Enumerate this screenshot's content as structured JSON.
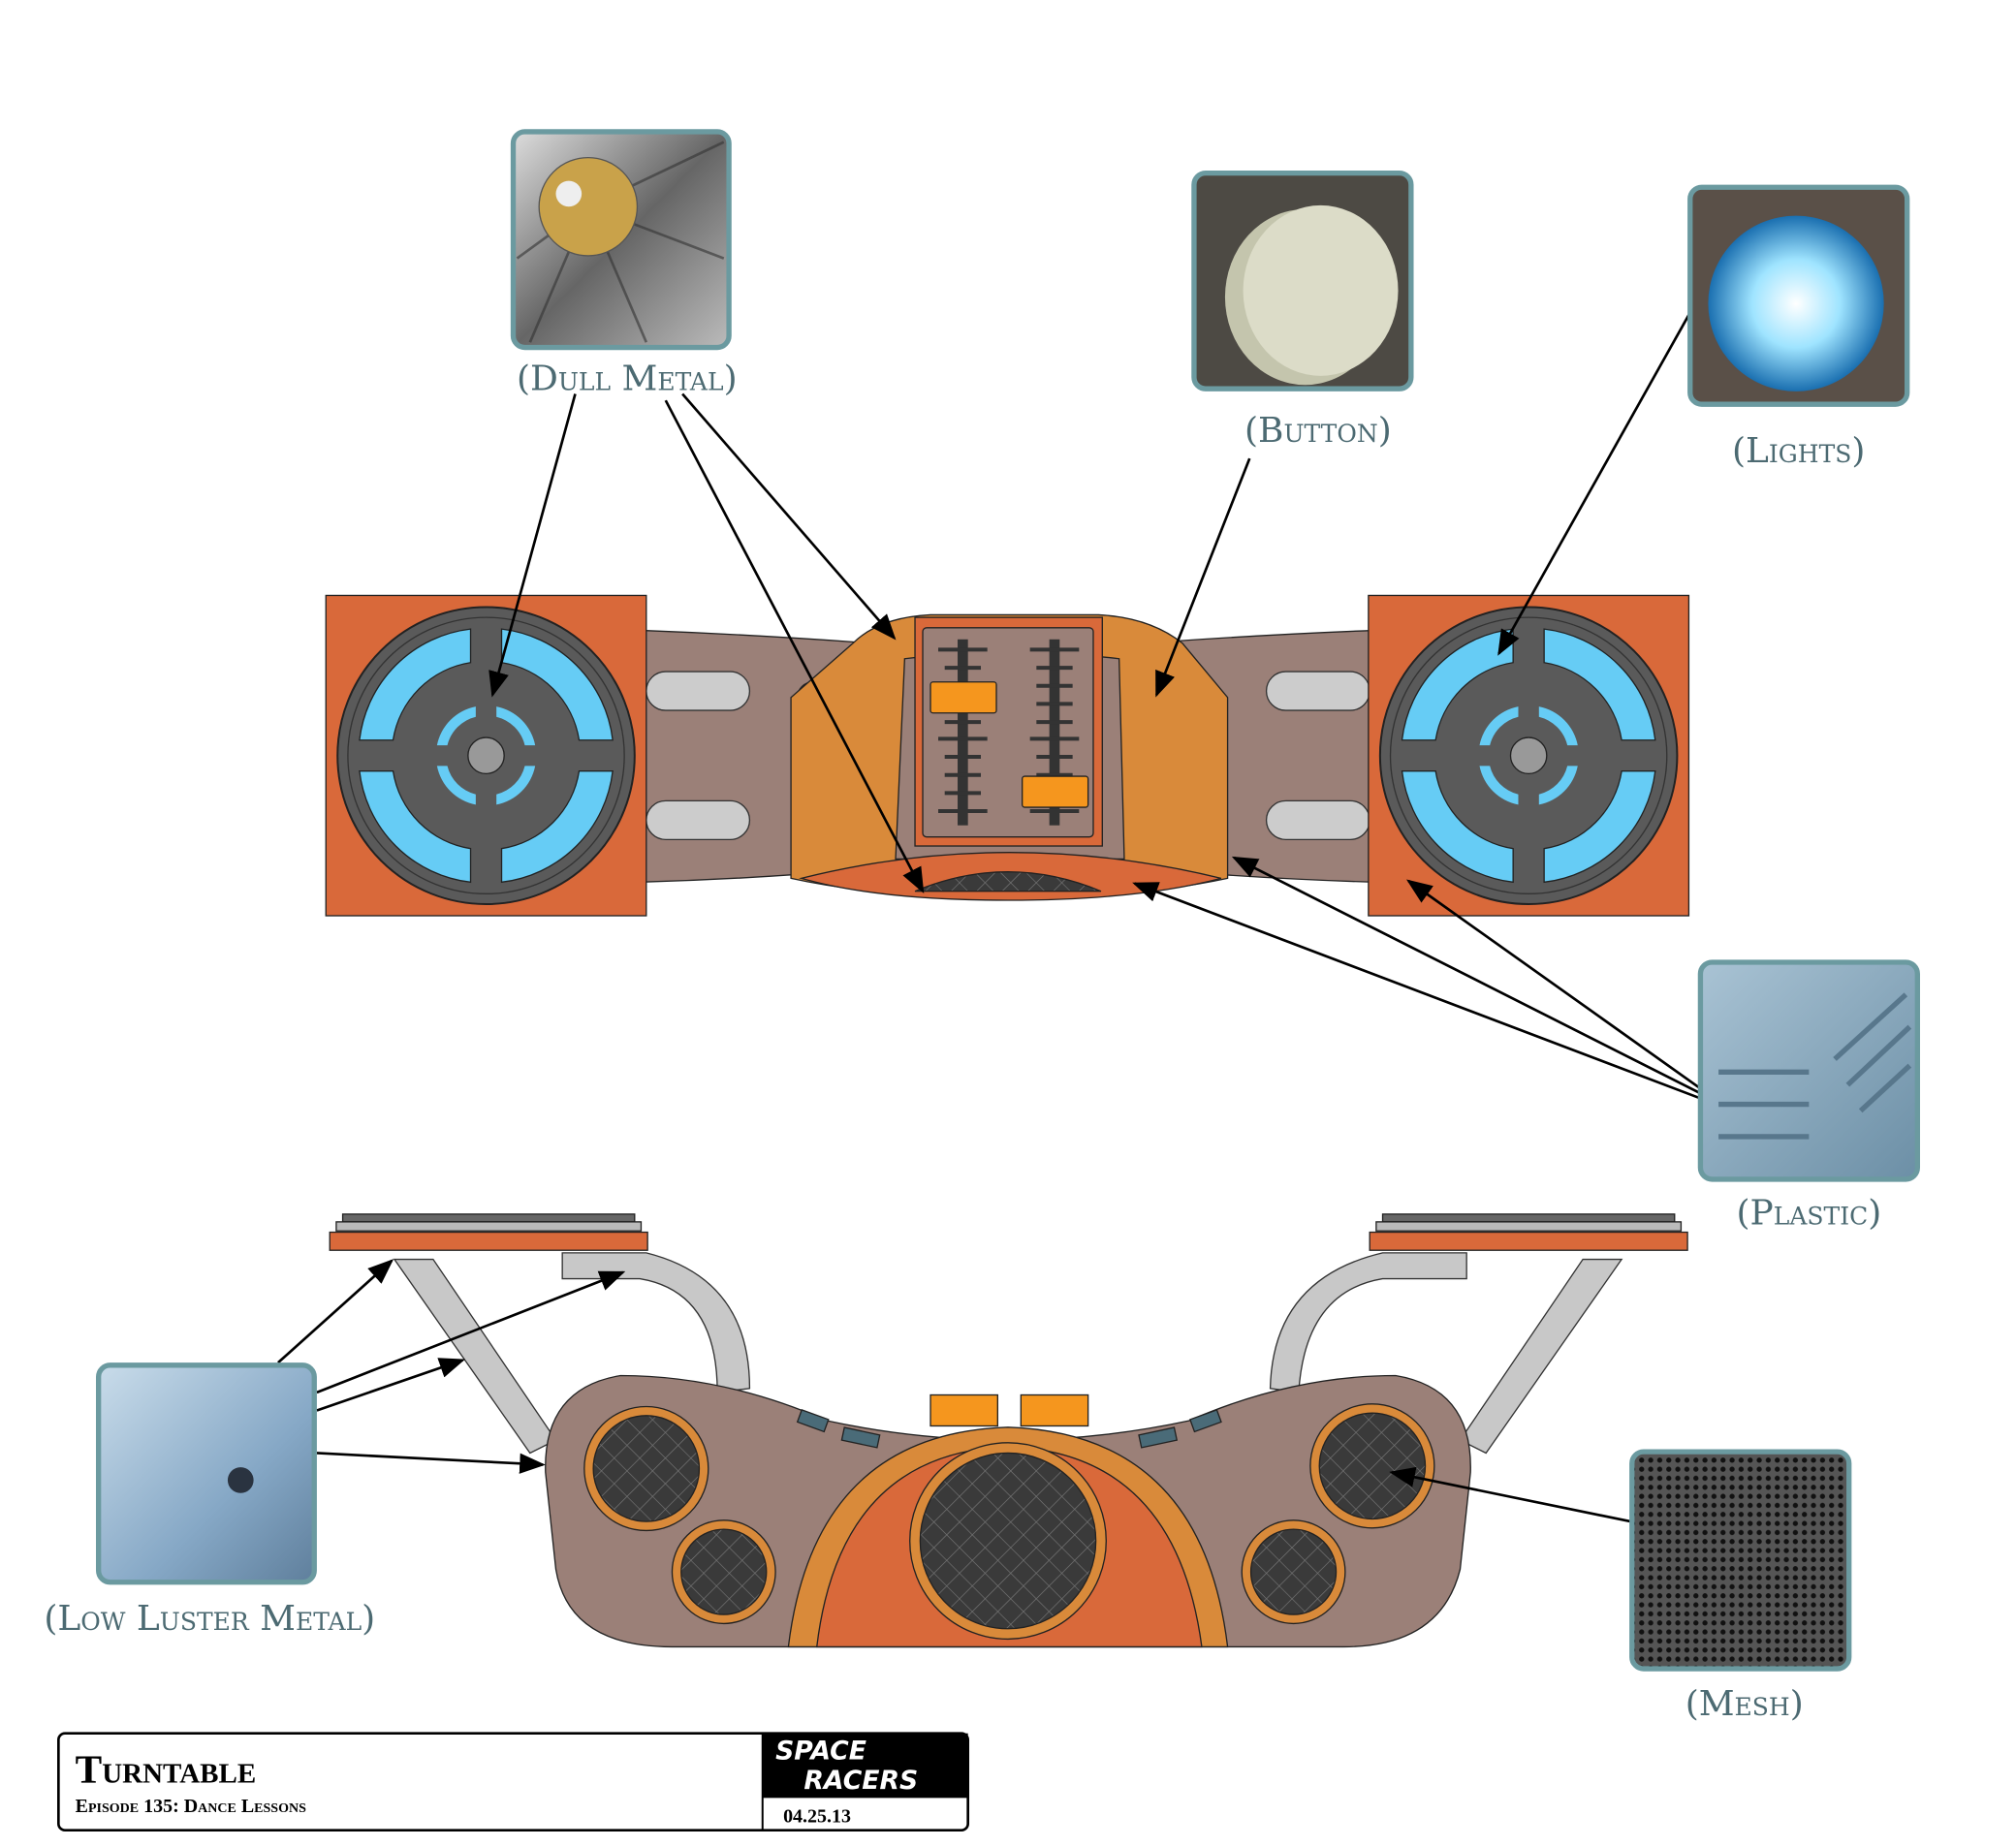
{
  "materials": {
    "dull_metal": "(Dull Metal)",
    "button": "(Button)",
    "lights": "(Lights)",
    "plastic": "(Plastic)",
    "low_luster_metal": "(Low Luster Metal)",
    "mesh": "(Mesh)"
  },
  "title_block": {
    "title": "Turntable",
    "subtitle": "Episode 135: Dance Lessons",
    "logo_line1": "SPACE",
    "logo_line2": "RACERS",
    "date": "04.25.13"
  },
  "colors": {
    "orange": "#d9693a",
    "light_orange": "#d98a3a",
    "body": "#9b8078",
    "dial": "#5a5a5a",
    "light_blue": "#66ccf5",
    "label": "#4c6a72",
    "swatch_frame": "#6b9aa0"
  }
}
